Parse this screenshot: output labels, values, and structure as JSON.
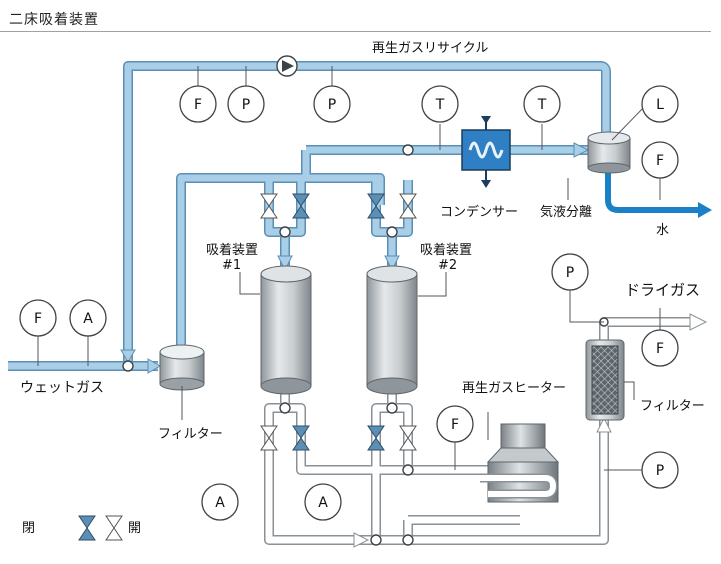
{
  "title": "二床吸着装置",
  "labels": {
    "regen_recycle": "再生ガスリサイクル",
    "condenser": "コンデンサー",
    "separator": "気液分離",
    "water": "水",
    "adsorber1": "吸着装置",
    "adsorber1_no": "#1",
    "adsorber2": "吸着装置",
    "adsorber2_no": "#2",
    "dry_gas": "ドライガス",
    "wet_gas": "ウェットガス",
    "filter_in": "フィルター",
    "filter_out": "フィルター",
    "regen_heater": "再生ガスヒーター"
  },
  "instruments": [
    {
      "id": "recycle-flow",
      "letter": "F"
    },
    {
      "id": "recycle-pressure-1",
      "letter": "P"
    },
    {
      "id": "recycle-pressure-2",
      "letter": "P"
    },
    {
      "id": "condenser-inlet-temp",
      "letter": "T"
    },
    {
      "id": "condenser-outlet-temp",
      "letter": "T"
    },
    {
      "id": "separator-level",
      "letter": "L"
    },
    {
      "id": "water-flow",
      "letter": "F"
    },
    {
      "id": "wetgas-flow",
      "letter": "F"
    },
    {
      "id": "wetgas-analyzer",
      "letter": "A"
    },
    {
      "id": "drygas-pressure",
      "letter": "P"
    },
    {
      "id": "drygas-flow",
      "letter": "F"
    },
    {
      "id": "heater-flow",
      "letter": "F"
    },
    {
      "id": "outlet-pressure",
      "letter": "P"
    },
    {
      "id": "outlet-analyzer-1",
      "letter": "A"
    },
    {
      "id": "outlet-analyzer-2",
      "letter": "A"
    }
  ],
  "legend": {
    "closed": "閉",
    "open": "開"
  },
  "colors": {
    "wet": "#a9cfe8",
    "wetEdge": "#5b8fb5",
    "dry": "#ffffff",
    "dryEdge": "#8a9196",
    "water": "#1a80c8",
    "vessel": "#c4c9cc"
  }
}
